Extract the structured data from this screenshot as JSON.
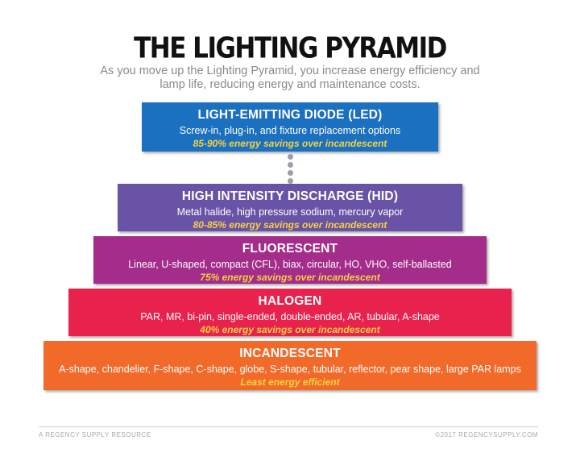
{
  "title": "THE LIGHTING PYRAMID",
  "subtitle": "As you move up the Lighting Pyramid, you increase energy efficiency and lamp life, reducing energy and maintenance costs.",
  "tiers": [
    {
      "name": "LIGHT-EMITTING DIODE (LED)",
      "description": "Screw-in, plug-in, and fixture replacement options",
      "savings": "85-90% energy savings over incandescent",
      "color": "#1b70c0"
    },
    {
      "name": "HIGH INTENSITY DISCHARGE (HID)",
      "description": "Metal halide, high pressure sodium, mercury vapor",
      "savings": "80-85% energy savings over incandescent",
      "color": "#6953a6"
    },
    {
      "name": "FLUORESCENT",
      "description": "Linear, U-shaped, compact (CFL), biax, circular, HO, VHO, self-ballasted",
      "savings": "75% energy savings over incandescent",
      "color": "#a42c8a"
    },
    {
      "name": "HALOGEN",
      "description": "PAR, MR, bi-pin, single-ended, double-ended, AR, tubular, A-shape",
      "savings": "40% energy savings over incandescent",
      "color": "#e8224c"
    },
    {
      "name": "INCANDESCENT",
      "description": "A-shape, chandelier, F-shape, C-shape, globe, S-shape, tubular, reflector, pear shape, large PAR lamps",
      "savings": "Least energy efficient",
      "color": "#f26a2a"
    }
  ],
  "footer": {
    "left": "A REGENCY SUPPLY RESOURCE",
    "right": "©2017 REGENCYSUPPLY.COM"
  }
}
